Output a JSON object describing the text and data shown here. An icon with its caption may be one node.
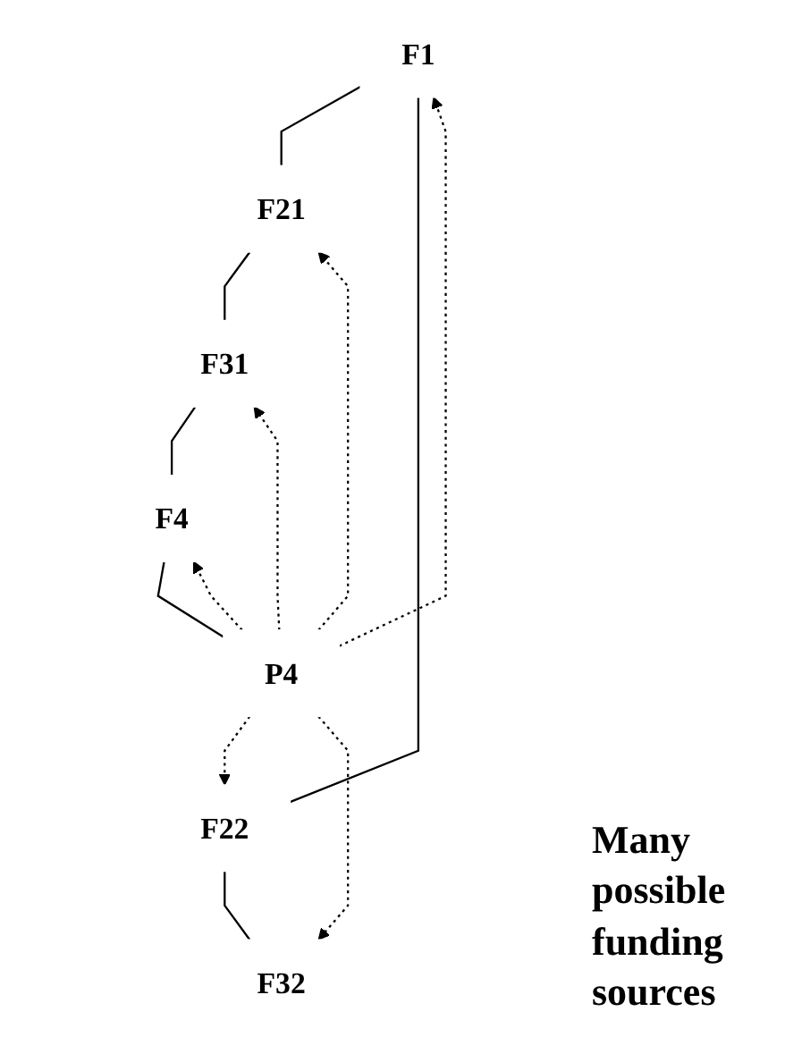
{
  "diagram": {
    "nodes": [
      {
        "text": [
          "F1"
        ]
      },
      {
        "text": [
          "F21"
        ]
      },
      {
        "text": [
          "F22"
        ]
      },
      {
        "text": [
          "F31"
        ]
      },
      {
        "text": [
          "F32"
        ]
      },
      {
        "text": [
          "F4"
        ]
      },
      {
        "text": [
          "P4"
        ]
      }
    ],
    "edges": [
      {
        "from": 0,
        "to": 1,
        "arrow": "none"
      },
      {
        "from": 0,
        "to": 2,
        "arrow": "none"
      },
      {
        "from": 1,
        "to": 3,
        "arrow": "none"
      },
      {
        "from": 2,
        "to": 4,
        "arrow": "none"
      },
      {
        "from": 3,
        "to": 5,
        "arrow": "none"
      },
      {
        "from": 5,
        "to": 6,
        "arrow": "none"
      },
      {
        "from": 6,
        "to": 0,
        "arrow": "to",
        "style": "dashed"
      },
      {
        "from": 6,
        "to": 1,
        "arrow": "to",
        "style": "dashed"
      },
      {
        "from": 6,
        "to": 2,
        "arrow": "to",
        "style": "dashed"
      },
      {
        "from": 6,
        "to": 3,
        "arrow": "to",
        "style": "dashed"
      },
      {
        "from": 6,
        "to": 4,
        "arrow": "to",
        "style": "dashed"
      },
      {
        "from": 6,
        "to": 5,
        "arrow": "to",
        "style": "dashed"
      }
    ],
    "labels": [
      "Many possible funding sources"
    ]
  }
}
